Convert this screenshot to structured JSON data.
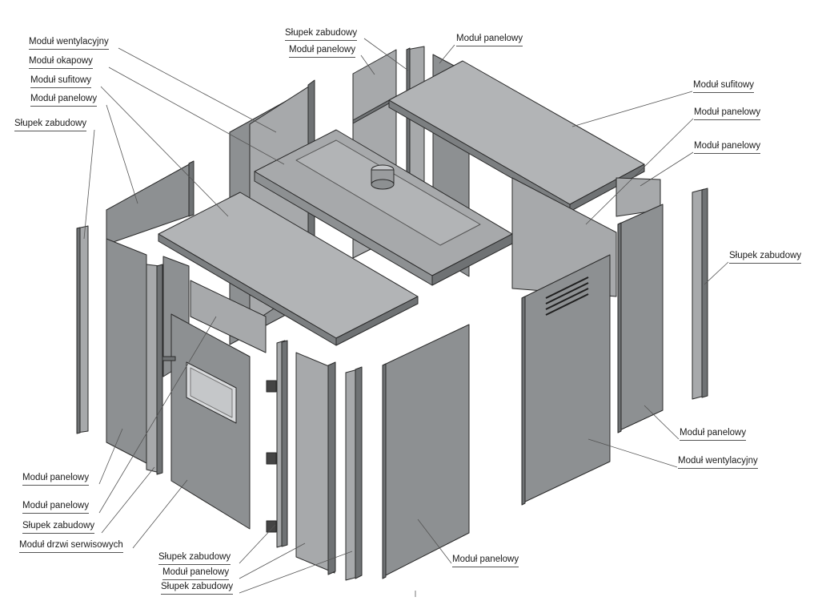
{
  "colors": {
    "panel_light": "#a7a9ab",
    "panel_mid": "#8d9092",
    "panel_dark": "#6f7274",
    "outline": "#2a2a2a",
    "leader": "#555555"
  },
  "labels": {
    "modul_wentylacyjny_top": "Moduł wentylacyjny",
    "modul_okapowy": "Moduł okapowy",
    "modul_sufitowy_left": "Moduł sufitowy",
    "modul_panelowy_left_top": "Moduł panelowy",
    "slupek_left_top": "Słupek zabudowy",
    "slupek_top_center": "Słupek zabudowy",
    "modul_panelowy_top_center": "Moduł panelowy",
    "modul_panelowy_top_right": "Moduł panelowy",
    "modul_sufitowy_right": "Moduł sufitowy",
    "modul_panelowy_right_1": "Moduł panelowy",
    "modul_panelowy_right_2": "Moduł panelowy",
    "slupek_right": "Słupek zabudowy",
    "modul_panelowy_right_bottom": "Moduł panelowy",
    "modul_wentylacyjny_right": "Moduł wentylacyjny",
    "modul_panelowy_bottom_left_1": "Moduł panelowy",
    "modul_panelowy_bottom_left_2": "Moduł panelowy",
    "slupek_bottom_left": "Słupek zabudowy",
    "modul_drzwi": "Moduł drzwi serwisowych",
    "slupek_bottom_1": "Słupek zabudowy",
    "modul_panelowy_bottom": "Moduł panelowy",
    "slupek_bottom_2": "Słupek zabudowy",
    "modul_panelowy_bottom_center": "Moduł panelowy"
  }
}
